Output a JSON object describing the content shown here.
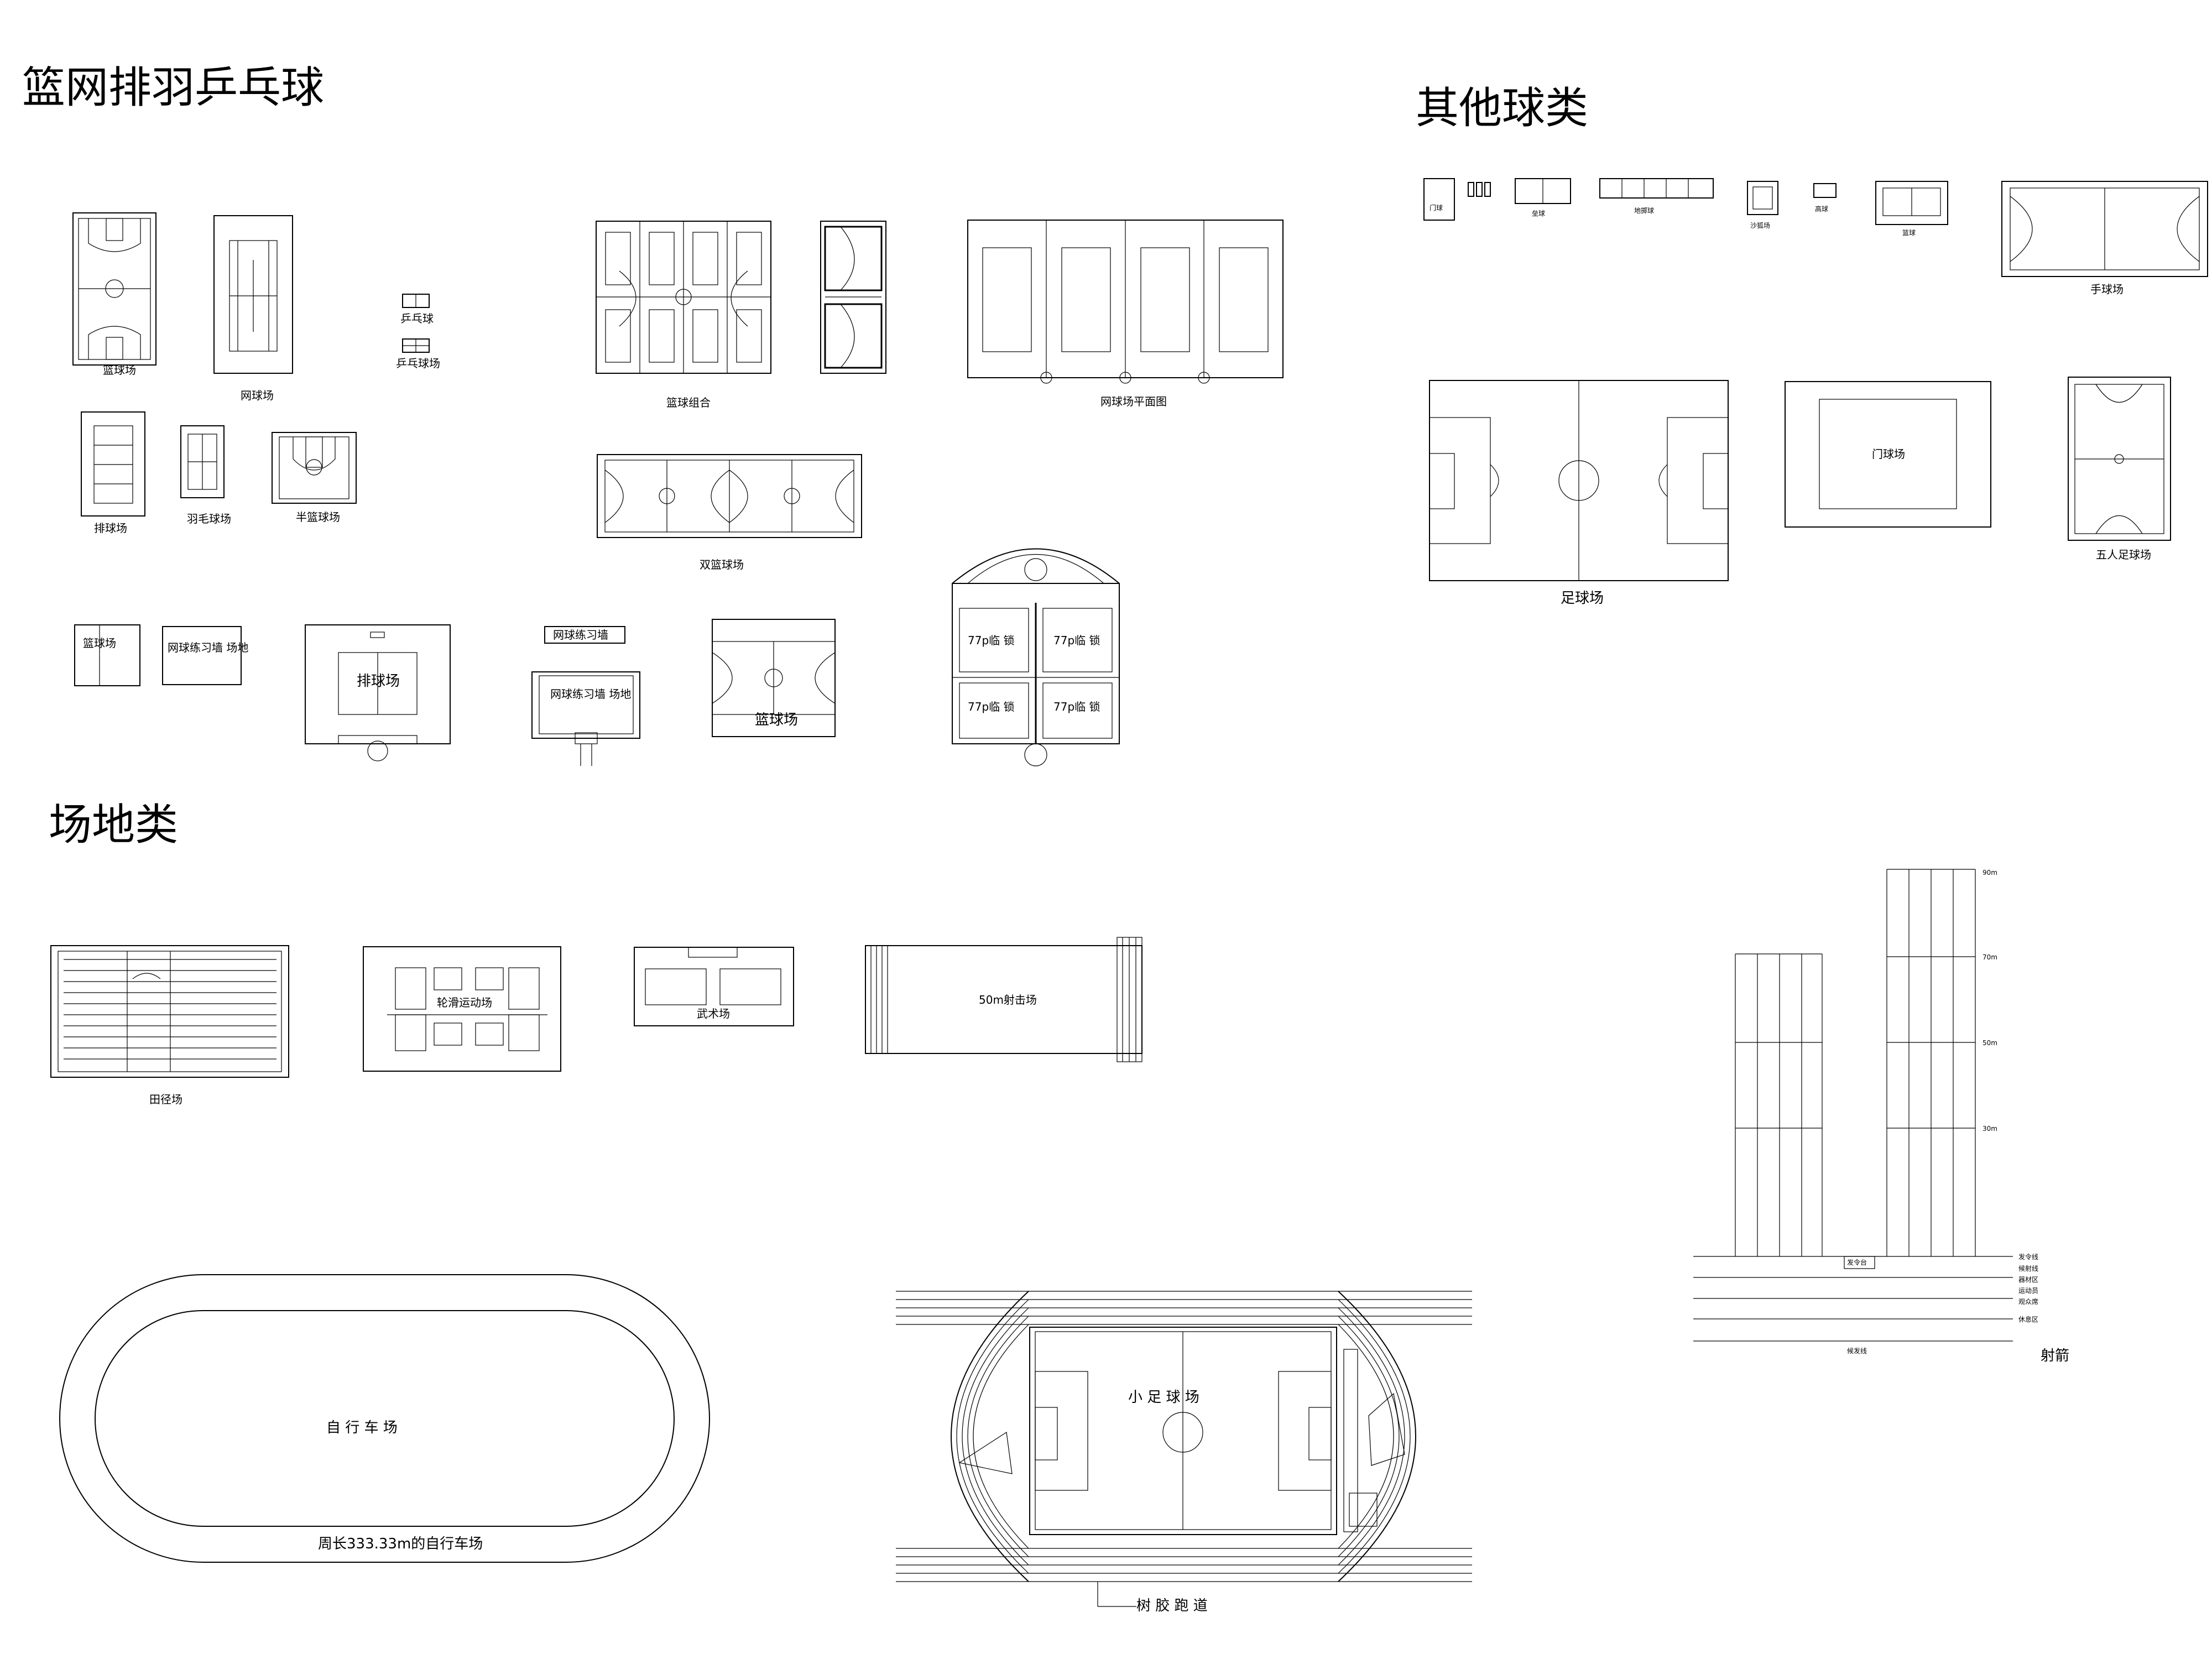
{
  "sections": {
    "ball_sports": "篮网排羽乒乓球",
    "other_balls": "其他球类",
    "venues": "场地类"
  },
  "labels": {
    "basketball_court": "篮球场",
    "tennis_court": "网球场",
    "pingpong_1": "乒乓球",
    "pingpong_2": "乒乓球场",
    "volleyball_court": "排球场",
    "badminton_court": "羽毛球场",
    "half_basketball": "半篮球场",
    "basketball_combo": "篮球组合",
    "tennis_combo": "网球场平面图",
    "double_basketball": "双篮球场",
    "small_note": "篮球场",
    "tennis_practice_1": "网球练习墙 场地",
    "volleyball_main": "排球场",
    "tennis_practice_2": "网球练习墙",
    "tennis_practice_3": "网球练习墙 场地",
    "basketball_main": "篮球场",
    "combo_cell": "77p临\n锁",
    "other_1": "门球",
    "other_2": "垒球",
    "other_3": "地掷球",
    "other_4": "沙狐场",
    "other_5": "高球",
    "other_6": "篮球",
    "handball": "手球场",
    "football": "足球场",
    "gate_ball": "门球场",
    "futsal": "五人足球场",
    "track_field": "田径场",
    "roller": "轮滑运动场",
    "martial": "武术场",
    "shooting_60": "50m射击场",
    "bike_inner": "自 行 车 场",
    "bike_caption": "周长333.33m的自行车场",
    "mini_football": "小 足 球 场",
    "rubber_track": "树 胶 跑 道",
    "archery": "射箭",
    "archery_stand": "发令台",
    "archery_line": "候发线",
    "archery_m": [
      "30m",
      "50m",
      "70m",
      "90m"
    ],
    "archery_right": [
      "发令线",
      "候射线",
      "器材区",
      "运动员",
      "观众席",
      "休息区"
    ]
  }
}
